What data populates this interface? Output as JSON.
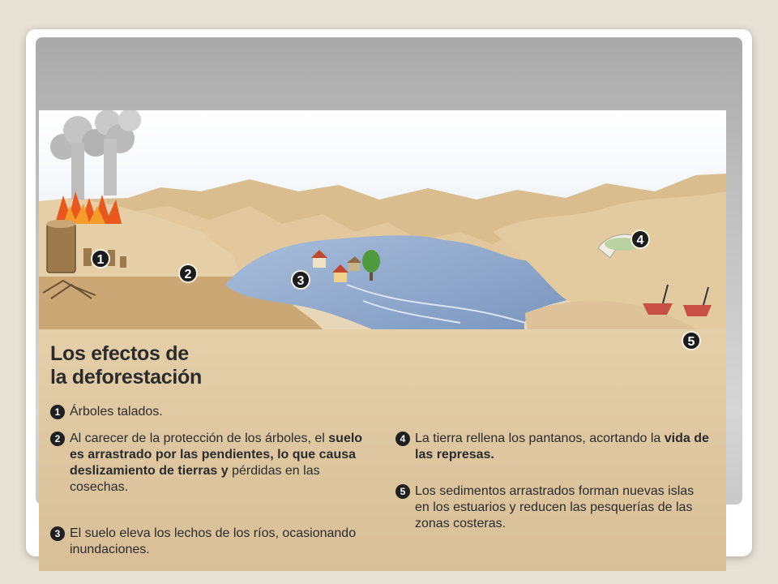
{
  "title_lines": [
    "Los efectos de",
    "la deforestación"
  ],
  "markers": [
    "1",
    "2",
    "3",
    "4",
    "5"
  ],
  "items": [
    {
      "num": "1",
      "segments": [
        {
          "text": "Árboles talados.",
          "bold": false
        }
      ]
    },
    {
      "num": "2",
      "segments": [
        {
          "text": "Al carecer de la protección de los árboles, el ",
          "bold": false
        },
        {
          "text": "suelo es arrastrado por las pendientes, lo que causa deslizamiento de tierras y",
          "bold": true
        },
        {
          "text": " pérdidas en las cosechas.",
          "bold": false
        }
      ]
    },
    {
      "num": "3",
      "segments": [
        {
          "text": "El suelo eleva los lechos de los ríos, ocasionando inundaciones.",
          "bold": false
        }
      ]
    },
    {
      "num": "4",
      "segments": [
        {
          "text": "La tierra rellena los pantanos, acortando la ",
          "bold": false
        },
        {
          "text": "vida de las represas.",
          "bold": true
        }
      ]
    },
    {
      "num": "5",
      "segments": [
        {
          "text": "Los sedimentos arrastrados forman nuevas islas en los estuarios y reducen las pesquerías de las zonas costeras.",
          "bold": false
        }
      ]
    }
  ],
  "colors": {
    "background": "#e8e2d6",
    "sky": "#ffffff",
    "land": "#dfc49a",
    "water": "#8fa6c9",
    "marker": "#1b1b1b"
  }
}
